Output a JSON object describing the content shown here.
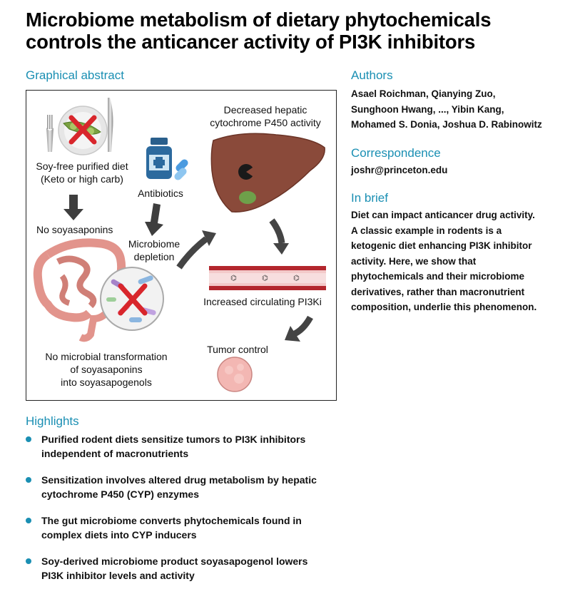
{
  "title": {
    "line1": "Microbiome metabolism of dietary phytochemicals",
    "line2": "controls the anticancer activity of PI3K inhibitors"
  },
  "graphical_abstract": {
    "heading": "Graphical abstract",
    "diet_label_1": "Soy-free purified diet",
    "diet_label_2": "(Keto or high carb)",
    "antibiotics": "Antibiotics",
    "no_soyasaponins": "No soyasaponins",
    "depletion_1": "Microbiome",
    "depletion_2": "depletion",
    "hepatic_1": "Decreased hepatic",
    "hepatic_2": "cytochrome P450 activity",
    "circulating": "Increased circulating PI3Ki",
    "tumor": "Tumor control",
    "no_transform_1": "No microbial transformation",
    "no_transform_2": "of soyasaponins",
    "no_transform_3": "into soyasapogenols"
  },
  "authors": {
    "heading": "Authors",
    "line1": "Asael Roichman, Qianying Zuo,",
    "line2": "Sunghoon Hwang, ..., Yibin Kang,",
    "line3": "Mohamed S. Donia, Joshua D. Rabinowitz"
  },
  "correspondence": {
    "heading": "Correspondence",
    "email": "joshr@princeton.edu"
  },
  "in_brief": {
    "heading": "In brief",
    "line1": "Diet can impact anticancer drug activity.",
    "line2": "A classic example in rodents is a",
    "line3": "ketogenic diet enhancing PI3K inhibitor",
    "line4": "activity. Here, we show that",
    "line5": "phytochemicals and their microbiome",
    "line6": "derivatives, rather than macronutrient",
    "line7": "composition, underlie this phenomenon."
  },
  "highlights": {
    "heading": "Highlights",
    "items": [
      {
        "l1": "Purified rodent diets sensitize tumors to PI3K inhibitors",
        "l2": "independent of macronutrients"
      },
      {
        "l1": "Sensitization involves altered drug metabolism by hepatic",
        "l2": "cytochrome P450 (CYP) enzymes"
      },
      {
        "l1": "The gut microbiome converts phytochemicals found in",
        "l2": "complex diets into CYP inducers"
      },
      {
        "l1": "Soy-derived microbiome product soyasapogenol lowers",
        "l2": "PI3K inhibitor levels and activity"
      }
    ]
  },
  "colors": {
    "accent": "#1a8fb3",
    "liver": "#8a4a3a",
    "intestine": "#e2948c",
    "vessel": "#b3262d",
    "cross": "#d8262c"
  }
}
